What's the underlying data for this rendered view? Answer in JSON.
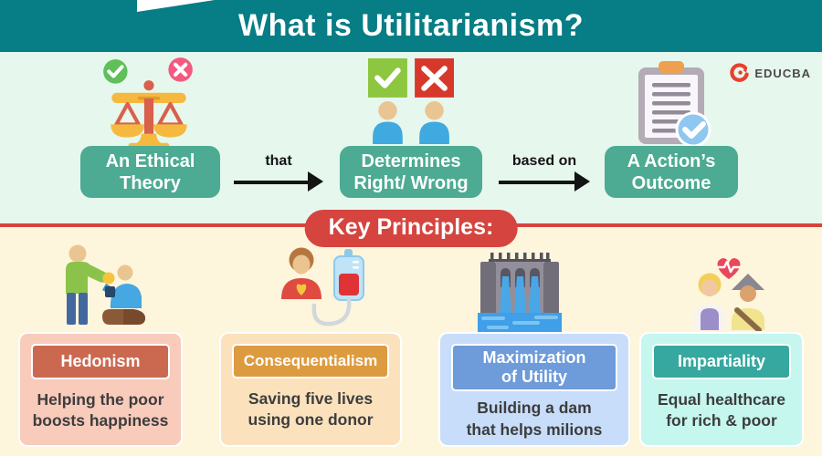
{
  "header": {
    "title": "What is Utilitarianism?"
  },
  "brand": {
    "name": "EDUCBA"
  },
  "definition_flow": {
    "nodes": [
      {
        "id": "an-ethical-theory",
        "line1": "An Ethical",
        "line2": "Theory",
        "icon": "balance-scale-icon"
      },
      {
        "id": "determines-right-wrong",
        "line1": "Determines",
        "line2": "Right/ Wrong",
        "icon": "right-wrong-people-icon"
      },
      {
        "id": "a-actions-outcome",
        "line1": "A Action’s",
        "line2": "Outcome",
        "icon": "clipboard-check-icon"
      }
    ],
    "connectors": [
      {
        "label": "that"
      },
      {
        "label": "based on"
      }
    ]
  },
  "banner": {
    "title": "Key Principles:"
  },
  "principles": [
    {
      "title_line1": "Hedonism",
      "title_line2": "",
      "example_line1": "Helping the poor",
      "example_line2": "boosts happiness",
      "icon": "helping-poor-icon",
      "card_bg": "#f8cbbb",
      "header_bg": "#cb6950"
    },
    {
      "title_line1": "Consequentialism",
      "title_line2": "",
      "example_line1": "Saving five lives",
      "example_line2": "using one donor",
      "icon": "blood-donation-icon",
      "card_bg": "#fbe2bd",
      "header_bg": "#dd9b3f"
    },
    {
      "title_line1": "Maximization",
      "title_line2": "of Utility",
      "example_line1": "Building a dam",
      "example_line2": "that helps milions",
      "icon": "dam-icon",
      "card_bg": "#c7ddfa",
      "header_bg": "#6e9bd9"
    },
    {
      "title_line1": "Impartiality",
      "title_line2": "",
      "example_line1": "Equal healthcare",
      "example_line2": "for rich & poor",
      "icon": "equal-people-icon",
      "card_bg": "#c5f7ee",
      "header_bg": "#36a89f"
    }
  ],
  "colors": {
    "header_bg": "#077d85",
    "mint_bg": "#e6f7ee",
    "cream_bg": "#fdf5dc",
    "flow_node_bg": "#4cab92",
    "accent_red": "#d5443f",
    "brand_red": "#e8402e"
  }
}
